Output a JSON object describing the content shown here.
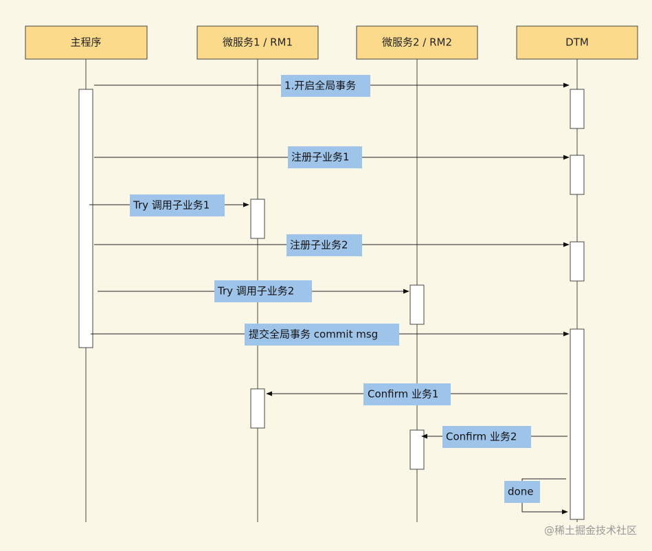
{
  "actors": [
    {
      "id": "main",
      "label": "主程序"
    },
    {
      "id": "rm1",
      "label": "微服务1 / RM1"
    },
    {
      "id": "rm2",
      "label": "微服务2 / RM2"
    },
    {
      "id": "dtm",
      "label": "DTM"
    }
  ],
  "messages": [
    {
      "label": "1.开启全局事务",
      "from": "main",
      "to": "dtm"
    },
    {
      "label": "注册子业务1",
      "from": "main",
      "to": "dtm"
    },
    {
      "label": "Try  调用子业务1",
      "from": "main",
      "to": "rm1"
    },
    {
      "label": "注册子业务2",
      "from": "main",
      "to": "dtm"
    },
    {
      "label": "Try  调用子业务2",
      "from": "main",
      "to": "rm2"
    },
    {
      "label": "提交全局事务 commit msg",
      "from": "main",
      "to": "dtm"
    },
    {
      "label": "Confirm  业务1",
      "from": "dtm",
      "to": "rm1"
    },
    {
      "label": "Confirm  业务2",
      "from": "dtm",
      "to": "rm2"
    },
    {
      "label": "done",
      "from": "dtm",
      "to": "dtm"
    }
  ],
  "watermark": "@稀土掘金技术社区"
}
